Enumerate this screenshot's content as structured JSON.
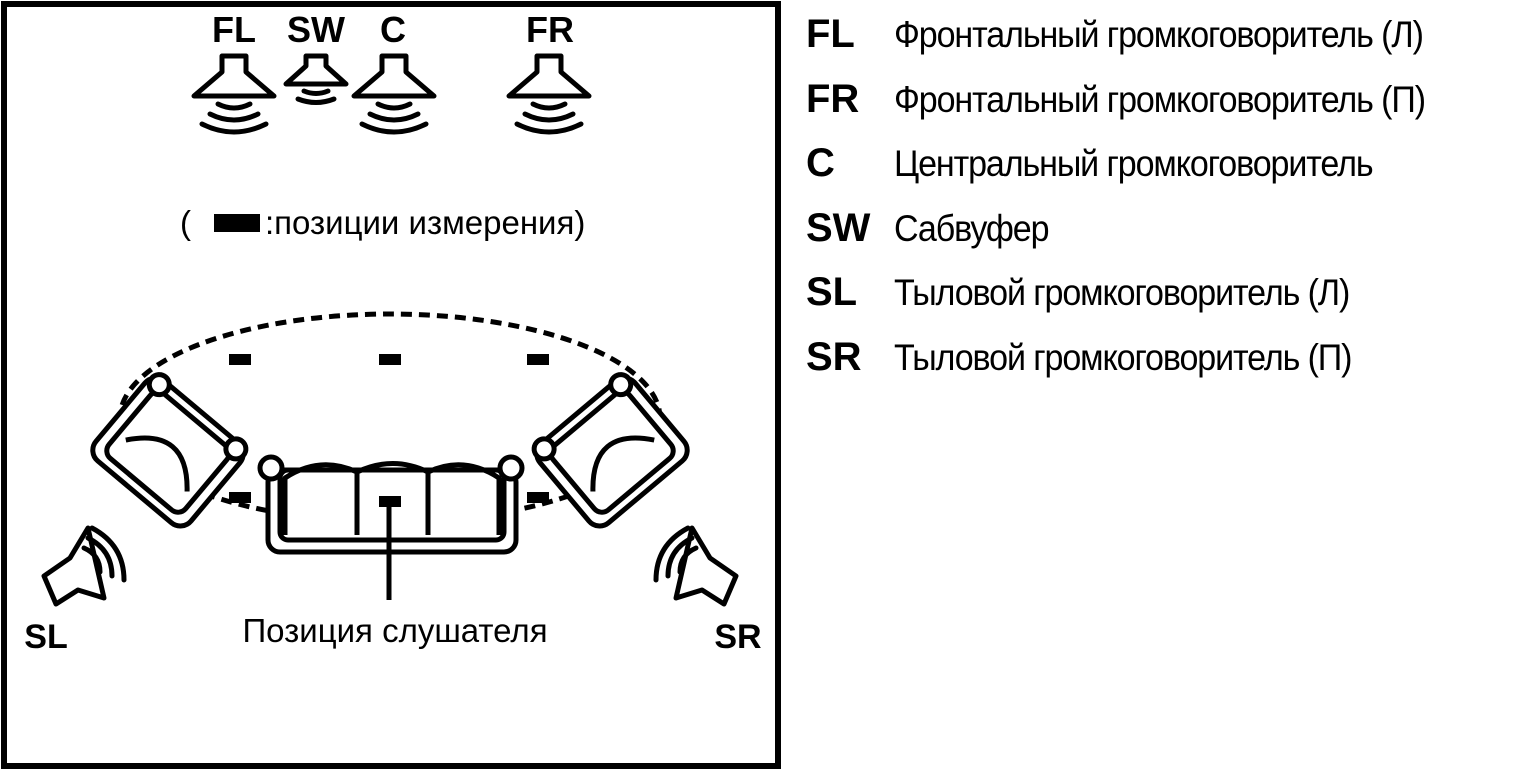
{
  "diagram": {
    "speakers_top": {
      "fl": "FL",
      "sw": "SW",
      "c": "C",
      "fr": "FR"
    },
    "speakers_rear": {
      "sl": "SL",
      "sr": "SR"
    },
    "measurement_note": {
      "open": "(",
      "text": ":позиции измерения)"
    },
    "listener_label": "Позиция слушателя"
  },
  "legend": {
    "items": [
      {
        "code": "FL",
        "text": "Фронтальный громкоговоритель (Л)"
      },
      {
        "code": "FR",
        "text": "Фронтальный громкоговоритель (П)"
      },
      {
        "code": "C",
        "text": "Центральный громкоговоритель"
      },
      {
        "code": "SW",
        "text": "Сабвуфер"
      },
      {
        "code": "SL",
        "text": "Тыловой громкоговоритель (Л)"
      },
      {
        "code": "SR",
        "text": "Тыловой громкоговоритель (П)"
      }
    ]
  }
}
